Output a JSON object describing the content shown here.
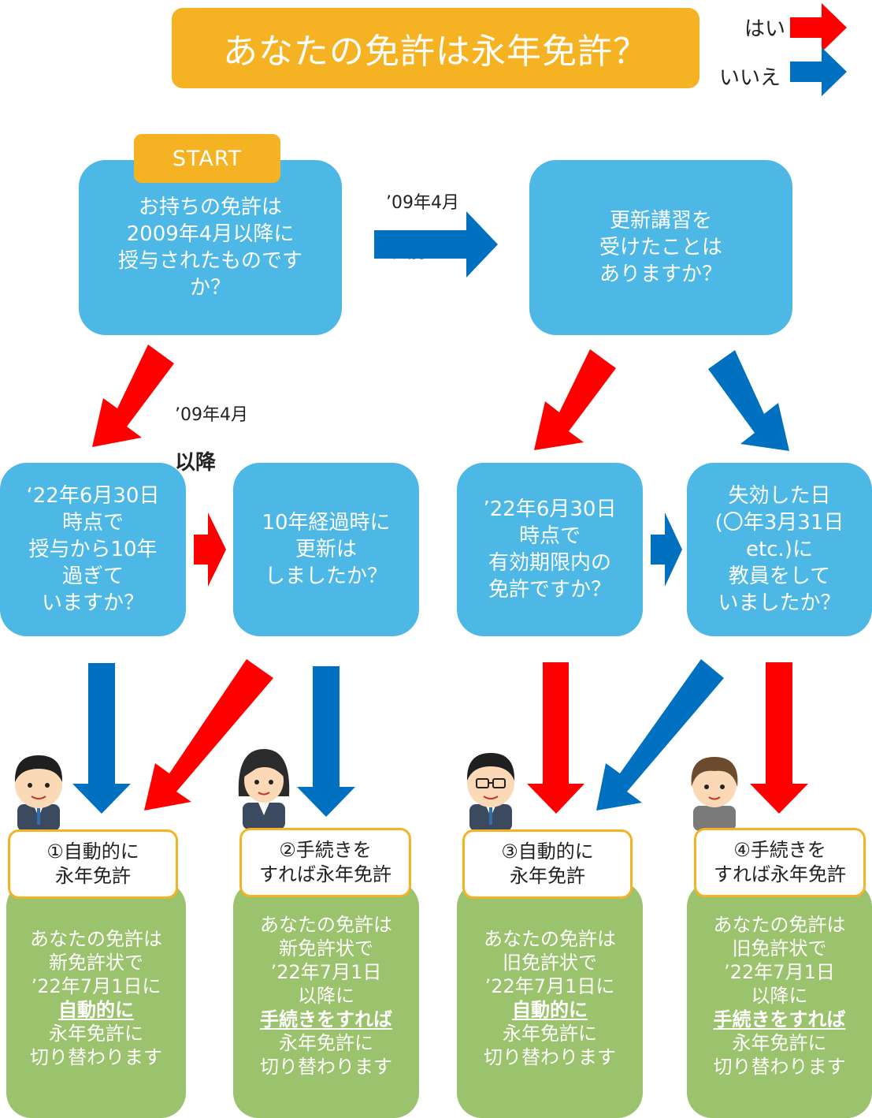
{
  "title": "あなたの免許は永年免許？",
  "legend": {
    "yes": "はい",
    "no": "いいえ",
    "yes_color": "#ff0000",
    "no_color": "#0070c0"
  },
  "start_label": "START",
  "questions": {
    "q1": "お持ちの免許は\n2009年4月以降に\n授与されたものです\nか？",
    "q2": "更新講習を\n受けたことは\nありますか？",
    "q3": "‘22年6月30日\n時点で\n授与から10年\n過ぎて\nいますか？",
    "q4": "10年経過時に\n更新は\nしましたか？",
    "q5": "’22年6月30日\n時点で\n有効期限内の\n免許ですか？",
    "q6": "失効した日\n(〇年3月31日\netc.)に\n教員をして\nいましたか？"
  },
  "annotations": {
    "before_top": "’09年4月",
    "before_bold": "以前",
    "after_top": "’09年4月",
    "after_bold": "以降"
  },
  "results": [
    {
      "title": "①自動的に\n永年免許",
      "lines": [
        "あなたの免許は",
        "新免許状で",
        "’22年7月1日に"
      ],
      "emphasis": "自動的に",
      "tail": [
        "永年免許に",
        "切り替わります"
      ]
    },
    {
      "title": "②手続きを\nすれば永年免許",
      "lines": [
        "あなたの免許は",
        "新免許状で",
        "’22年7月1日",
        "以降に"
      ],
      "emphasis": "手続きをすれば",
      "tail": [
        "永年免許に",
        "切り替わります"
      ]
    },
    {
      "title": "③自動的に\n永年免許",
      "lines": [
        "あなたの免許は",
        "旧免許状で",
        "’22年7月1日に"
      ],
      "emphasis": "自動的に",
      "tail": [
        "永年免許に",
        "切り替わります"
      ]
    },
    {
      "title": "④手続きを\nすれば永年免許",
      "lines": [
        "あなたの免許は",
        "旧免許状で",
        "’22年7月1日",
        "以降に"
      ],
      "emphasis": "手続きをすれば",
      "tail": [
        "永年免許に",
        "切り替わります"
      ]
    }
  ],
  "colors": {
    "question_box": "#4db8e6",
    "result_box": "#9bc26c",
    "accent": "#f5b324"
  }
}
